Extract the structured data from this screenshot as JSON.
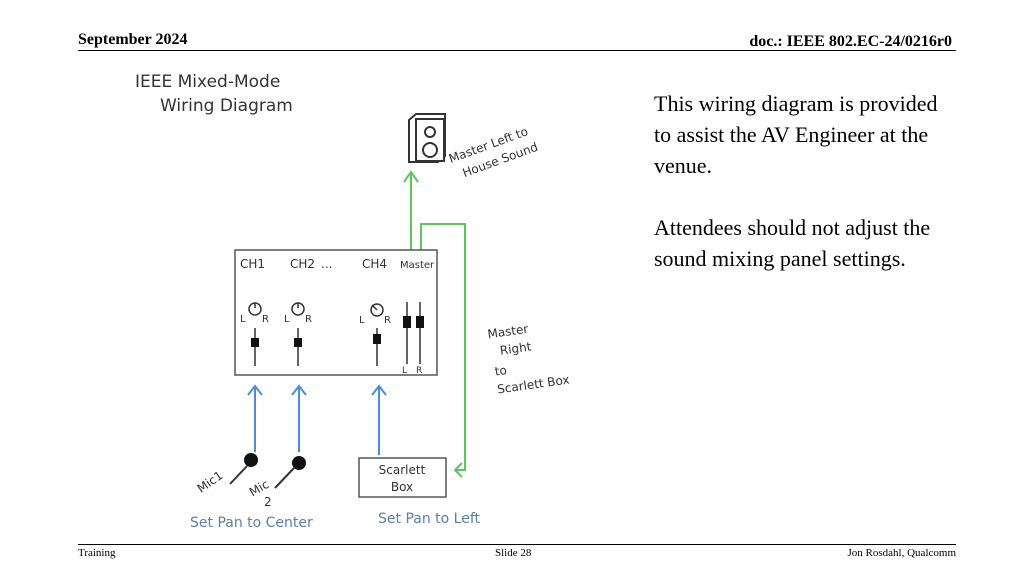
{
  "header": {
    "date": "September 2024",
    "doc_id": "doc.: IEEE 802.EC-24/0216r0"
  },
  "body": {
    "paragraph1": "This wiring diagram is provided to assist the AV Engineer at the venue.",
    "paragraph2": "Attendees should not adjust the sound mixing panel settings."
  },
  "diagram": {
    "title_line1": "IEEE Mixed-Mode",
    "title_line2": "Wiring Diagram",
    "speaker_label_line1": "Master Left to",
    "speaker_label_line2": "House Sound",
    "channels": [
      "CH1",
      "CH2",
      "...",
      "CH4",
      "Master"
    ],
    "pan_left": "L",
    "pan_right": "R",
    "master_lr": [
      "L",
      "R"
    ],
    "master_right_label": [
      "Master",
      "Right",
      "to",
      "Scarlett Box"
    ],
    "mic1": "Mic1",
    "mic2_line1": "Mic",
    "mic2_line2": "2",
    "scarlett_line1": "Scarlett",
    "scarlett_line2": "Box",
    "note_center": "Set Pan to Center",
    "note_left": "Set Pan to Left",
    "colors": {
      "arrow_blue": "#4a8fd6",
      "arrow_green": "#5fc45f",
      "ink": "#333333"
    }
  },
  "footer": {
    "left": "Training",
    "center": "Slide 28",
    "right": "Jon Rosdahl, Qualcomm"
  }
}
